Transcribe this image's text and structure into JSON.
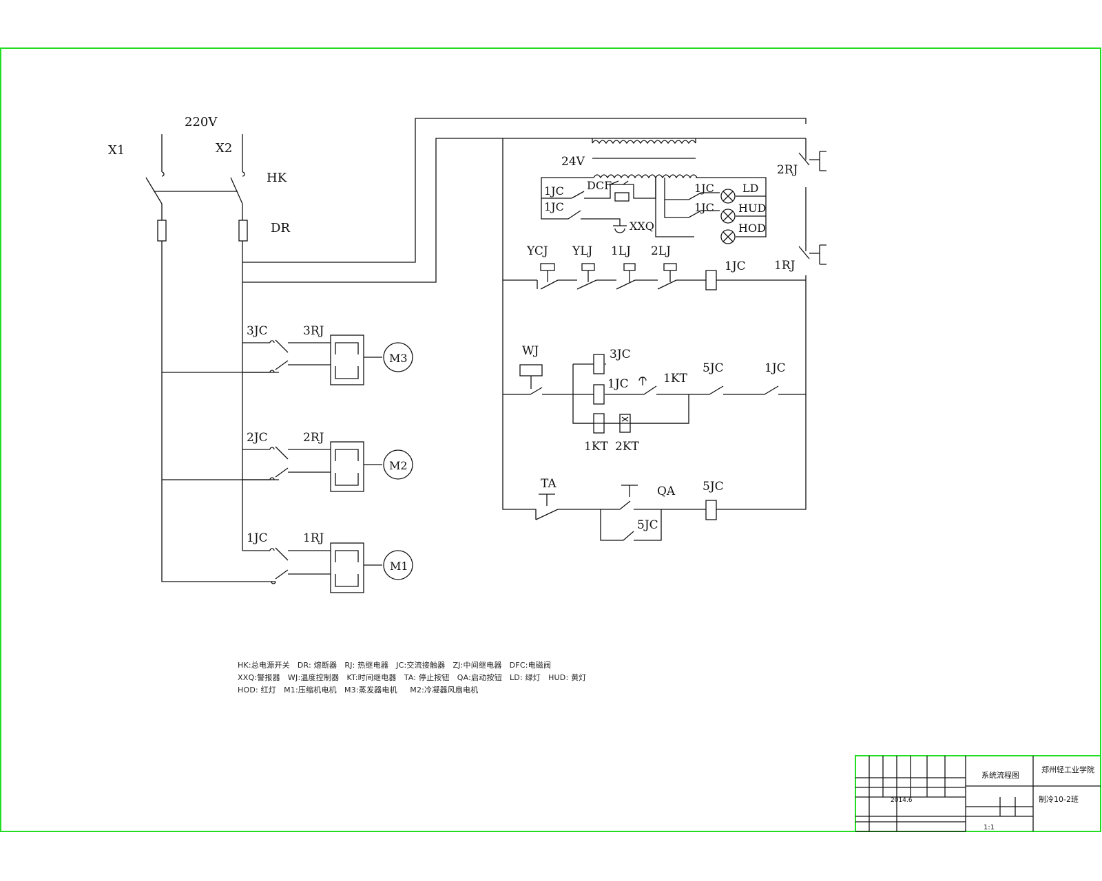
{
  "supply": {
    "voltage": "220V",
    "line1": "X1",
    "line2": "X2",
    "main_switch": "HK",
    "fuse": "DR"
  },
  "transformer": {
    "secondary": "24V"
  },
  "lamp_circuit": {
    "contact_a": "1JC",
    "contact_b": "1JC",
    "contact_c": "1JC",
    "contact_d": "1JC",
    "dcf": "DCF",
    "buzzer": "XXQ",
    "lamp_green": "LD",
    "lamp_yellow": "HUD",
    "lamp_red": "HOD"
  },
  "motors": [
    {
      "contactor": "3JC",
      "relay": "3RJ",
      "motor": "M3"
    },
    {
      "contactor": "2JC",
      "relay": "2RJ",
      "motor": "M2"
    },
    {
      "contactor": "1JC",
      "relay": "1RJ",
      "motor": "M1"
    }
  ],
  "protection_row": {
    "contacts": [
      "YCJ",
      "YLJ",
      "1LJ",
      "2LJ"
    ],
    "coil": "1JC",
    "overload_top": "2RJ",
    "overload_bottom": "1RJ"
  },
  "timer_row": {
    "thermostat": "WJ",
    "coil_top": "3JC",
    "coil_mid": "1JC",
    "timer_contact": "1KT",
    "contact_5jc": "5JC",
    "contact_1jc": "1JC",
    "coil_bottom": "1KT",
    "timer_2kt": "2KT"
  },
  "start_row": {
    "stop": "TA",
    "start": "QA",
    "coil": "5JC",
    "hold": "5JC"
  },
  "legend": [
    "HK:总电源开关   DR: 熔断器   RJ: 热继电器   JC:交流接触器   ZJ:中间继电器   DFC:电磁阀",
    "XXQ:警报器   WJ:温度控制器   KT:时间继电器   TA: 停止按钮   QA:启动按钮   LD: 绿灯   HUD: 黄灯",
    "HOD: 红灯   M1:压缩机电机   M3:蒸发器电机     M2:冷凝器风扇电机"
  ],
  "title_block": {
    "drawing_name": "系统流程图",
    "school": "郑州轻工业学院",
    "class_name": "制冷10-2班",
    "date": "2014.6",
    "scale": "1:1"
  },
  "colors": {
    "border": "#22dd22",
    "line": "#111111"
  }
}
